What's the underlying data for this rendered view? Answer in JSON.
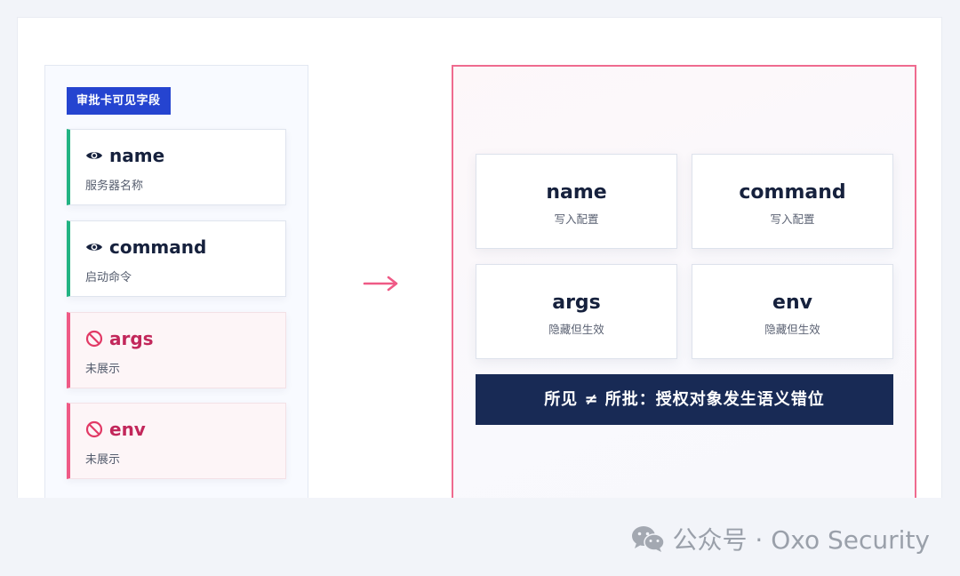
{
  "left": {
    "badge": "审批卡可见字段",
    "fields": [
      {
        "name": "name",
        "desc": "服务器名称",
        "visible": true,
        "icon": "eye-icon"
      },
      {
        "name": "command",
        "desc": "启动命令",
        "visible": true,
        "icon": "eye-icon"
      },
      {
        "name": "args",
        "desc": "未展示",
        "visible": false,
        "icon": "no-entry-icon"
      },
      {
        "name": "env",
        "desc": "未展示",
        "visible": false,
        "icon": "no-entry-icon"
      }
    ]
  },
  "right": {
    "cards": [
      {
        "title": "name",
        "sub": "写入配置"
      },
      {
        "title": "command",
        "sub": "写入配置"
      },
      {
        "title": "args",
        "sub": "隐藏但生效"
      },
      {
        "title": "env",
        "sub": "隐藏但生效"
      }
    ],
    "conclusion": "所见 ≠ 所批：授权对象发生语义错位"
  },
  "watermark": {
    "text": "公众号 · Oxo Security",
    "icon": "wechat-icon"
  },
  "colors": {
    "badge": "#2544d0",
    "visible_accent": "#22b383",
    "hidden_accent": "#ef5a86",
    "hidden_text": "#c2275b",
    "frame": "#ef6b8f",
    "conclusion_bg": "#182a55",
    "arrow": "#ef5a86"
  }
}
